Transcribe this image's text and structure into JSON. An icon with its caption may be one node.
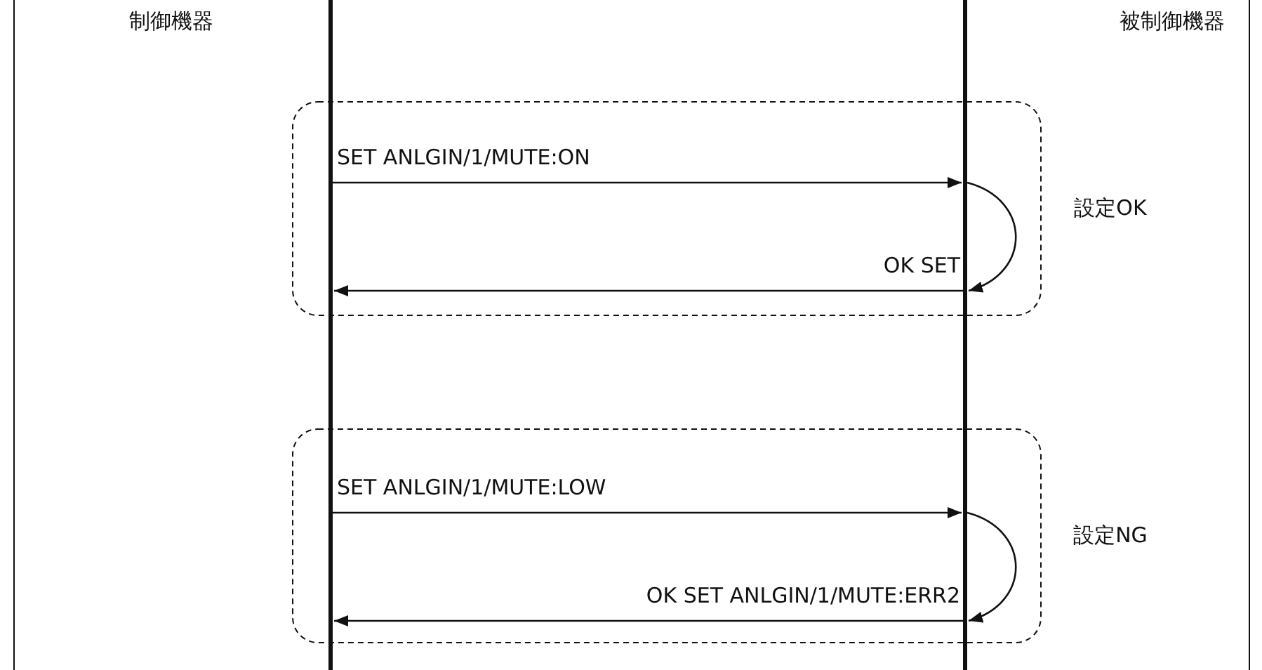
{
  "diagram": {
    "nodes": [
      {
        "text": [],
        "shape": "bar"
      },
      {
        "text": [],
        "shape": "bar"
      }
    ],
    "edges": [
      {
        "from": 0,
        "to": 1,
        "arrow": "to",
        "label": "SET ANLGIN/1/MUTE:ON"
      },
      {
        "from": 1,
        "to": 1,
        "arrow": "to"
      },
      {
        "from": 1,
        "to": 0,
        "arrow": "to",
        "label": "OK SET"
      },
      {
        "from": 0,
        "to": 1,
        "arrow": "to",
        "label": "SET ANLGIN/1/MUTE:LOW"
      },
      {
        "from": 1,
        "to": 1,
        "arrow": "to"
      },
      {
        "from": 1,
        "to": 0,
        "arrow": "to",
        "label": "OK SET ANLGIN/1/MUTE:ERR2"
      }
    ],
    "labels": [
      "制御機器",
      "被制御機器",
      "設定OK",
      "設定NG"
    ]
  }
}
